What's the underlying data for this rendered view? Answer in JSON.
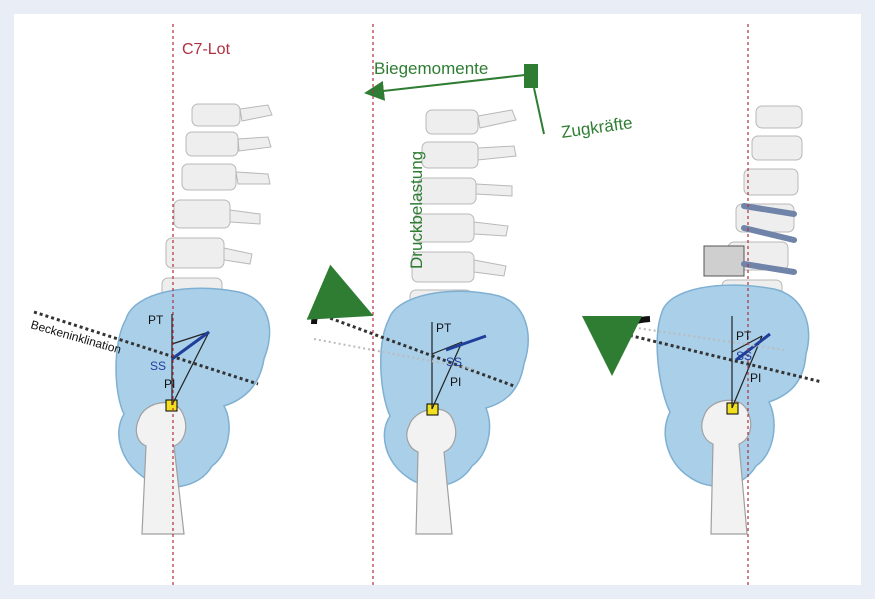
{
  "labels": {
    "c7_lot": "C7-Lot",
    "biegemomente": "Biegemomente",
    "zugkraefte": "Zugkräfte",
    "druckbelastung": "Druckbelastung",
    "beckeninklination": "Beckeninklination",
    "pt": "PT",
    "ss": "SS",
    "pi": "PI"
  },
  "colors": {
    "plumb_line": "#b03040",
    "force_green": "#2e7d32",
    "pelvis_fill": "#a9cfe9",
    "sacral_blue": "#1f3f9a",
    "femoral_head": "#f0e020",
    "background": "#e9eef6"
  }
}
